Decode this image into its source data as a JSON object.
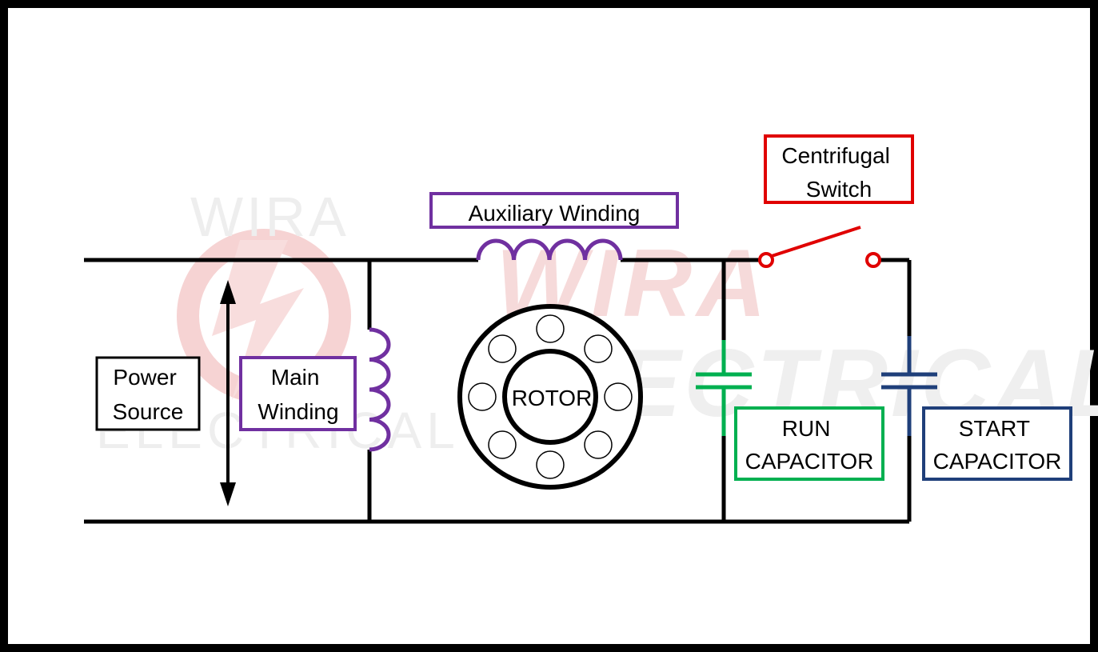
{
  "labels": {
    "power_source": [
      "Power",
      "Source"
    ],
    "main_winding": [
      "Main",
      "Winding"
    ],
    "auxiliary_winding": "Auxiliary Winding",
    "rotor": "ROTOR",
    "centrifugal_switch": [
      "Centrifugal",
      "Switch"
    ],
    "run_capacitor": [
      "RUN",
      "CAPACITOR"
    ],
    "start_capacitor": [
      "START",
      "CAPACITOR"
    ]
  },
  "watermark": {
    "top": "WIRA",
    "bottom": "ELECTRICAL",
    "big_top": "WIRA",
    "big_bottom": "ELECTRICAL"
  },
  "colors": {
    "wire": "#000000",
    "winding": "#7030a0",
    "switch": "#e00000",
    "run_capacitor": "#00b050",
    "start_capacitor": "#1f3f7a",
    "watermark_red": "#f4c8c8",
    "watermark_gray": "#eeeeee"
  }
}
